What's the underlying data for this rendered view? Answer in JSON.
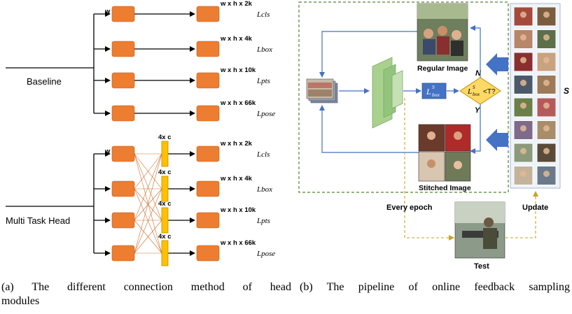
{
  "left": {
    "groups": [
      {
        "label": "Baseline",
        "head_dims": "w x h x c",
        "rows": [
          {
            "out_dims": "w x h x 2k",
            "loss_main": "L",
            "loss_sub": "cls"
          },
          {
            "out_dims": "w x h x 4k",
            "loss_main": "L",
            "loss_sub": "box"
          },
          {
            "out_dims": "w x h x 10k",
            "loss_main": "L",
            "loss_sub": "pts"
          },
          {
            "out_dims": "w x h x 66k",
            "loss_main": "L",
            "loss_sub": "pose"
          }
        ]
      },
      {
        "label": "Multi Task Head",
        "head_dims": "w x h x c",
        "mid_dims": [
          "4x c",
          "4x c",
          "4x c",
          "4x c"
        ],
        "rows": [
          {
            "out_dims": "w x h x 2k",
            "loss_main": "L",
            "loss_sub": "cls"
          },
          {
            "out_dims": "w x h x 4k",
            "loss_main": "L",
            "loss_sub": "box"
          },
          {
            "out_dims": "w x h x 10k",
            "loss_main": "L",
            "loss_sub": "pts"
          },
          {
            "out_dims": "w x h x 66k",
            "loss_main": "L",
            "loss_sub": "pose"
          }
        ]
      }
    ]
  },
  "right": {
    "regular_image": "Regular Image",
    "stitched_image": "Stitched Image",
    "loss_symbol": "L",
    "loss_sup": "S",
    "loss_sub": "box",
    "decision_suffix": "<T?",
    "branch_no": "N",
    "branch_yes": "Y",
    "set_label": "S",
    "every_epoch": "Every epoch",
    "update": "Update",
    "test": "Test"
  },
  "captions": {
    "a_line1": "(a) The different connection method of head",
    "a_line2": "modules",
    "b_line1": "(b) The pipeline of online feedback sampling"
  },
  "colors": {
    "orange_block": "#ED7D31",
    "yellow_block": "#FFC000",
    "blue_arrow": "#4472C4",
    "diamond_fill": "#FFD966",
    "green_feature": "#A9D18E",
    "dashed_green": "#548235",
    "dashed_gold": "#C9A227"
  }
}
